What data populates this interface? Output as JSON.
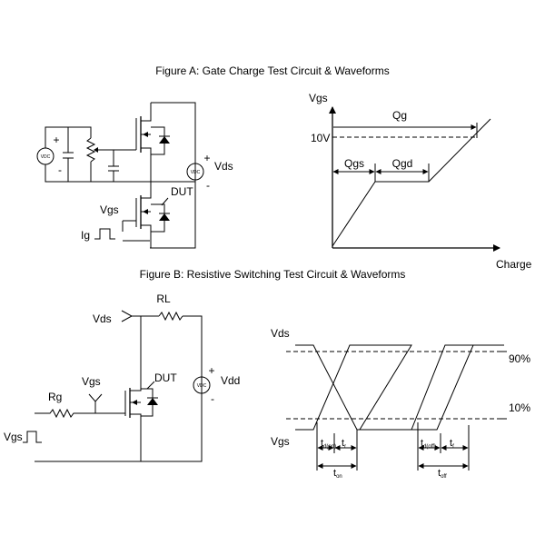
{
  "figure_a": {
    "title": "Figure A: Gate Charge Test Circuit & Waveforms",
    "circuit": {
      "source_label": "VDC",
      "plus": "+",
      "minus": "-",
      "vds_source_label": "VDC",
      "vds_label": "Vds",
      "dut_label": "DUT",
      "vgs_label": "Vgs",
      "ig_label": "Ig"
    },
    "waveform": {
      "y_axis_label": "Vgs",
      "x_axis_label": "Charge",
      "qg_label": "Qg",
      "qgs_label": "Qgs",
      "qgd_label": "Qgd",
      "level_label": "10V"
    }
  },
  "figure_b": {
    "title": "Figure B: Resistive Switching Test Circuit & Waveforms",
    "circuit": {
      "rl_label": "RL",
      "vds_label": "Vds",
      "vgs_label": "Vgs",
      "dut_label": "DUT",
      "rg_label": "Rg",
      "vgs_pulse_label": "Vgs",
      "source_label": "VDC",
      "plus": "+",
      "minus": "-",
      "vdd_label": "Vdd"
    },
    "waveform": {
      "vds_label": "Vds",
      "vgs_label": "Vgs",
      "pct90_label": "90%",
      "pct10_label": "10%",
      "td_on": {
        "main": "t",
        "sub": "d(on)"
      },
      "tr": {
        "main": "t",
        "sub": "r"
      },
      "t_on": {
        "main": "t",
        "sub": "on"
      },
      "td_off": {
        "main": "t",
        "sub": "d(off)"
      },
      "tf": {
        "main": "t",
        "sub": "f"
      },
      "t_off": {
        "main": "t",
        "sub": "off"
      }
    }
  }
}
